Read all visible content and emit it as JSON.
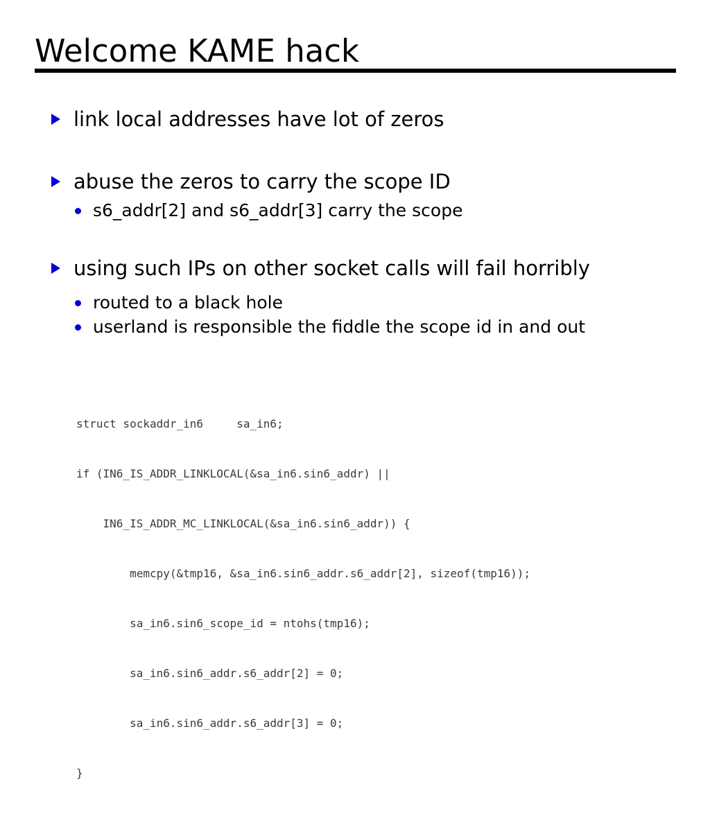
{
  "slide": {
    "title": "Welcome KAME hack",
    "bullets": [
      {
        "level": 1,
        "marker": "triangle-marker",
        "text": "link local addresses have lot of zeros"
      },
      {
        "level": 1,
        "marker": "triangle-marker",
        "text": "abuse the zeros to carry the scope ID"
      },
      {
        "level": 2,
        "marker": "dot-marker",
        "text": "s6_addr[2] and s6_addr[3] carry the scope"
      },
      {
        "level": 1,
        "marker": "triangle-marker",
        "text": "using such IPs on other socket calls will fail horribly"
      },
      {
        "level": 2,
        "marker": "dot-marker",
        "text": "routed to a black hole"
      },
      {
        "level": 2,
        "marker": "dot-marker",
        "text": "userland is responsible the fiddle the scope id in and out"
      }
    ],
    "code": {
      "language": "c",
      "lines": [
        "struct sockaddr_in6     sa_in6;",
        "if (IN6_IS_ADDR_LINKLOCAL(&sa_in6.sin6_addr) ||",
        "    IN6_IS_ADDR_MC_LINKLOCAL(&sa_in6.sin6_addr)) {",
        "        memcpy(&tmp16, &sa_in6.sin6_addr.s6_addr[2], sizeof(tmp16));",
        "        sa_in6.sin6_scope_id = ntohs(tmp16);",
        "        sa_in6.sin6_addr.s6_addr[2] = 0;",
        "        sa_in6.sin6_addr.s6_addr[3] = 0;",
        "}"
      ]
    }
  },
  "colors": {
    "background": "#ffffff",
    "text": "#000000",
    "bullet_accent": "#0000d8",
    "code_text": "#3a3a3a",
    "rule": "#000000"
  }
}
